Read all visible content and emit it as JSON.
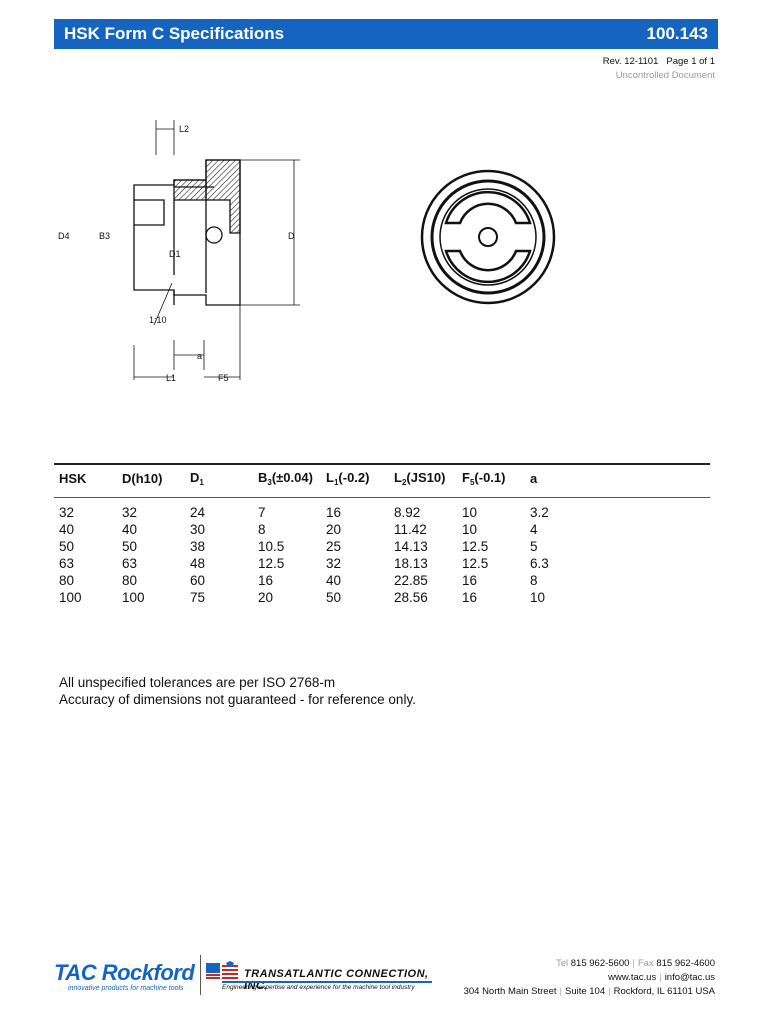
{
  "header": {
    "title": "HSK Form C Specifications",
    "doc_number": "100.143",
    "rev": "Rev. 12-1101",
    "page": "Page 1 of 1",
    "uncontrolled": "Uncontrolled Document"
  },
  "drawing": {
    "labels": {
      "l2": "L2",
      "d4": "D4",
      "b3": "B3",
      "d1": "D1",
      "d": "D",
      "taper": "1:10",
      "a": "a",
      "l1": "L1",
      "f5": "F5"
    }
  },
  "table": {
    "headers": [
      {
        "main": "HSK",
        "sub": "",
        "rest": ""
      },
      {
        "main": "D(h10)",
        "sub": "",
        "rest": ""
      },
      {
        "main": "D",
        "sub": "1",
        "rest": ""
      },
      {
        "main": "B",
        "sub": "3",
        "rest": "(±0.04)"
      },
      {
        "main": "L",
        "sub": "1",
        "rest": "(-0.2)"
      },
      {
        "main": "L",
        "sub": "2",
        "rest": "(JS10)"
      },
      {
        "main": "F",
        "sub": "5",
        "rest": "(-0.1)"
      },
      {
        "main": "a",
        "sub": "",
        "rest": ""
      }
    ],
    "rows": [
      [
        "32",
        "32",
        "24",
        "7",
        "16",
        "8.92",
        "10",
        "3.2"
      ],
      [
        "40",
        "40",
        "30",
        "8",
        "20",
        "11.42",
        "10",
        "4"
      ],
      [
        "50",
        "50",
        "38",
        "10.5",
        "25",
        "14.13",
        "12.5",
        "5"
      ],
      [
        "63",
        "63",
        "48",
        "12.5",
        "32",
        "18.13",
        "12.5",
        "6.3"
      ],
      [
        "80",
        "80",
        "60",
        "16",
        "40",
        "22.85",
        "16",
        "8"
      ],
      [
        "100",
        "100",
        "75",
        "20",
        "50",
        "28.56",
        "16",
        "10"
      ]
    ]
  },
  "notes": [
    "All unspecified tolerances are per ISO 2768-m",
    "Accuracy of dimensions not guaranteed - for reference only."
  ],
  "footer": {
    "tac_logo": "TAC Rockford",
    "tac_tagline": "innovative products for machine tools",
    "trans_name": "TRANSATLANTIC CONNECTION, INC.",
    "trans_tagline": "Engineering expertise and experience for the machine tool industry",
    "tel_label": "Tel",
    "tel": "815 962-5600",
    "fax_label": "Fax",
    "fax": "815 962-4600",
    "web": "www.tac.us",
    "email": "info@tac.us",
    "address_street": "304 North Main Street",
    "address_suite": "Suite 104",
    "address_city": "Rockford, IL  61101 USA"
  },
  "colors": {
    "brand_blue": "#1565c0"
  }
}
